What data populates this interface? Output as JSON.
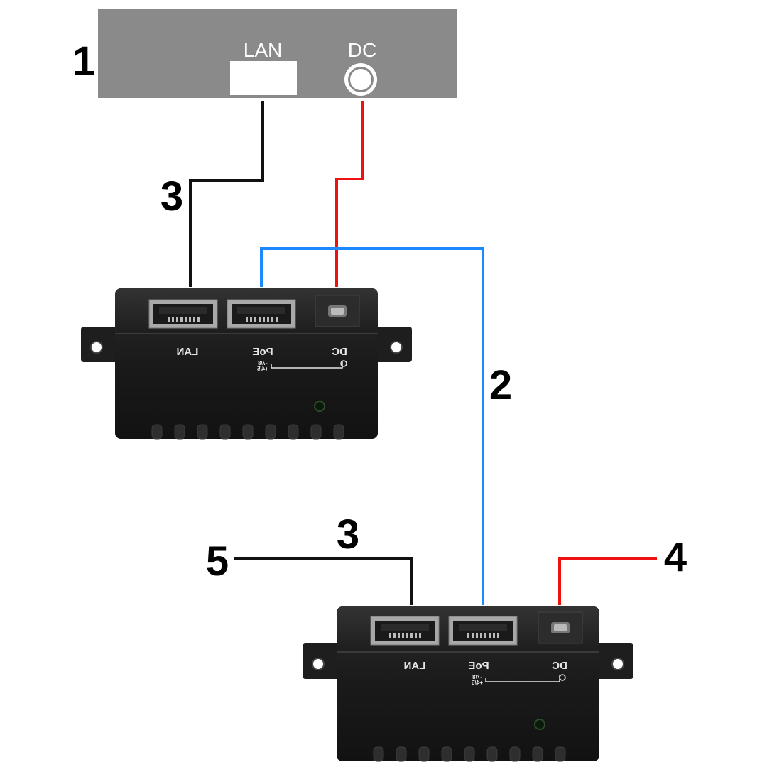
{
  "panel": {
    "lan_label": "LAN",
    "dc_label": "DC",
    "color": "#8a8a8a"
  },
  "callouts": {
    "device": "1",
    "poe_cable": "2",
    "lan_cable_top": "3",
    "lan_cable_bottom": "3",
    "power_supply": "4",
    "lan_out": "5"
  },
  "injector": {
    "lan_label": "LAN",
    "poe_label": "PoE",
    "dc_label": "DC",
    "pin_top": "-7/8",
    "pin_bottom": "+4/5"
  },
  "splitter": {
    "lan_label": "LAN",
    "poe_label": "PoE",
    "dc_label": "DC",
    "pin_top": "-7/8",
    "pin_bottom": "+4/5"
  },
  "colors": {
    "lan_cable": "#111111",
    "poe_cable": "#1e88ff",
    "dc_cable": "#ee1111",
    "device_body": "#1c1c1c"
  }
}
